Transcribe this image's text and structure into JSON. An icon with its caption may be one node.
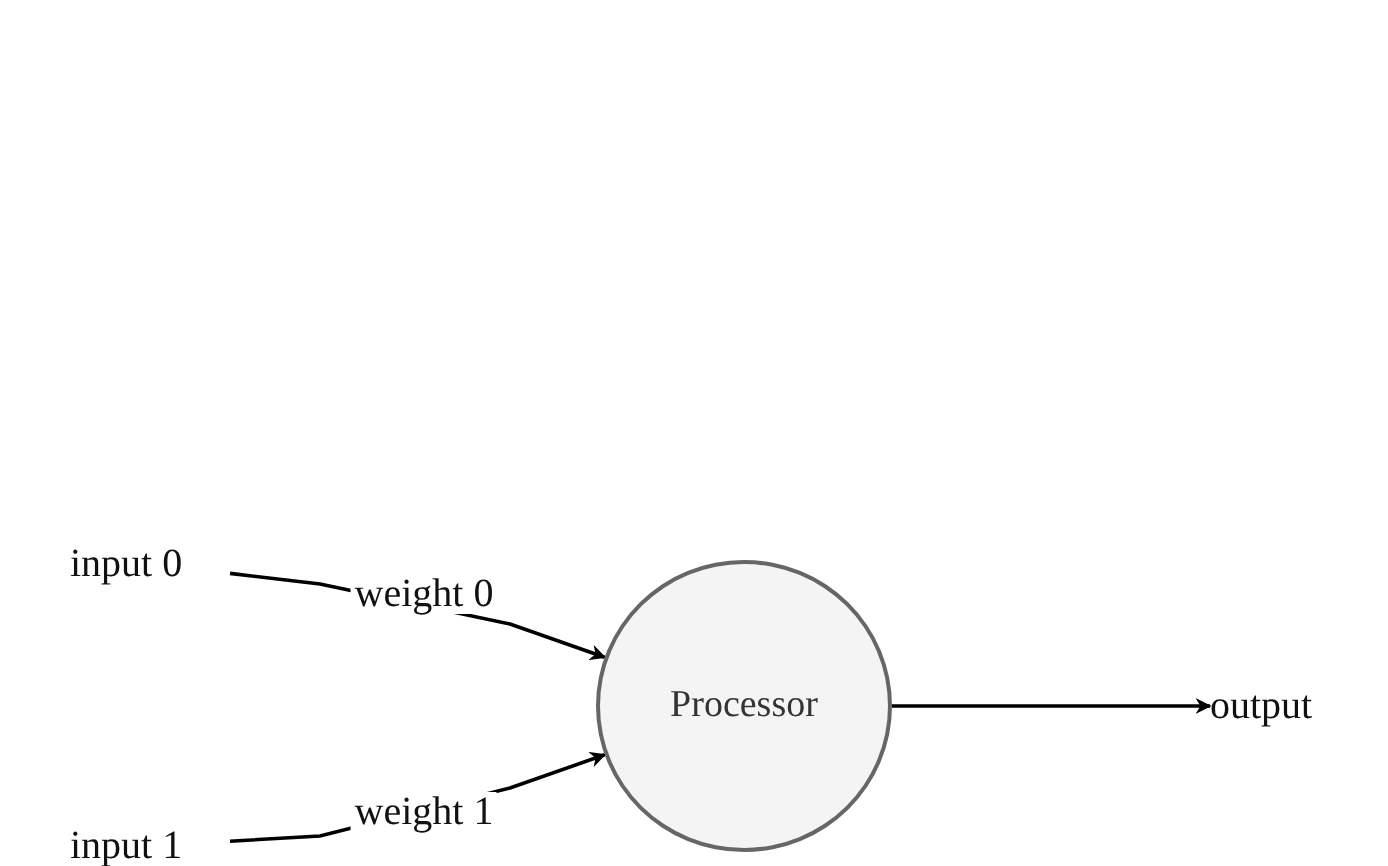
{
  "diagram": {
    "nodes": [
      {
        "text": [
          "input 0"
        ]
      },
      {
        "text": [
          "input 1"
        ]
      },
      {
        "text": [
          "Processor"
        ]
      },
      {
        "text": [
          "output"
        ]
      }
    ],
    "edges": [
      {
        "from": 0,
        "to": 2,
        "arrow": "to",
        "label": "weight 0"
      },
      {
        "from": 1,
        "to": 2,
        "arrow": "to",
        "label": "weight 1"
      },
      {
        "from": 2,
        "to": 3,
        "arrow": "to"
      }
    ]
  }
}
